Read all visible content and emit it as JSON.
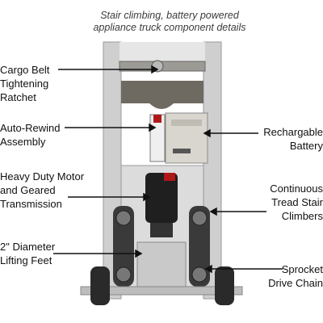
{
  "caption": {
    "line1": "Stair climbing, battery powered",
    "line2": "appliance truck component details"
  },
  "labels": {
    "cargo_belt": [
      "Cargo Belt",
      "Tightening",
      "Ratchet"
    ],
    "auto_rewind": [
      "Auto-Rewind",
      "Assembly"
    ],
    "motor": [
      "Heavy Duty Motor",
      "and Geared",
      "Transmission"
    ],
    "lifting_feet": [
      "2\" Diameter",
      "Lifting Feet"
    ],
    "battery": [
      "Rechargable",
      "Battery"
    ],
    "tread": [
      "Continuous",
      "Tread Stair",
      "Climbers"
    ],
    "sprocket": [
      "Sprocket",
      "Drive Chain"
    ]
  },
  "colors": {
    "frame": "#c8c8c8",
    "frame_dark": "#8a8a8a",
    "belt": "#6e6a62",
    "motor": "#1f1f1f",
    "motor_cap": "#b01818",
    "battery": "#d9d6cf",
    "wheel": "#2a2a2a",
    "leader_line": "#111111"
  }
}
